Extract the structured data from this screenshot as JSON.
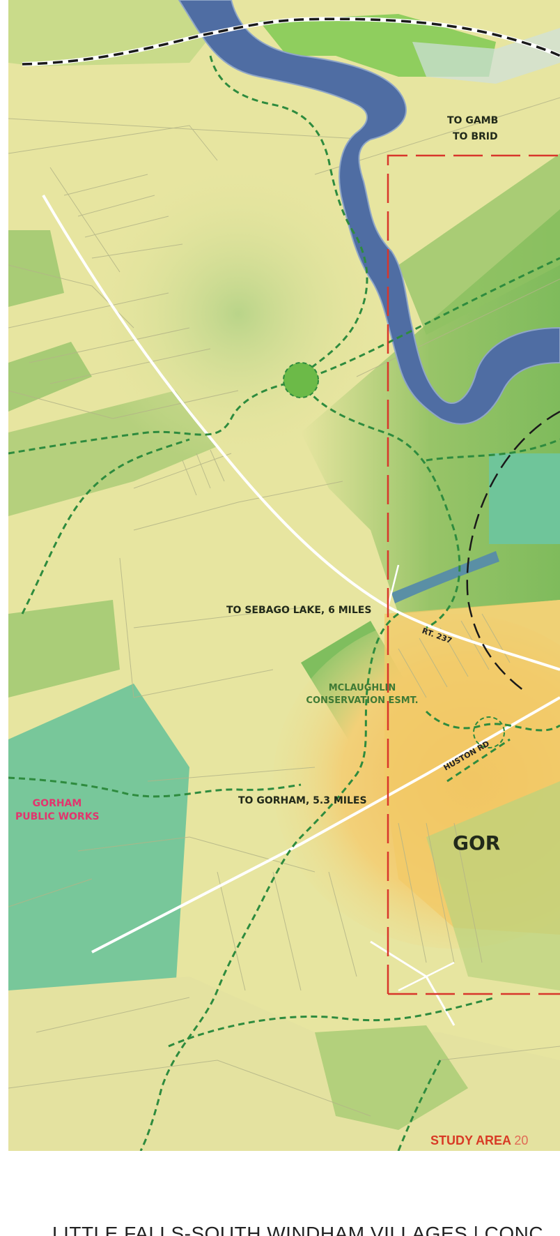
{
  "map": {
    "labels": {
      "to_gambo": "TO GAMB",
      "to_bridge": "TO BRID",
      "to_sebago": "TO SEBAGO LAKE, 6 MILES",
      "rt_237": "RT. 237",
      "mclaughlin_1": "MCLAUGHLIN",
      "mclaughlin_2": "CONSERVATION ESMT.",
      "huston_rd": "HUSTON RD",
      "gorham_pw_1": "GORHAM",
      "gorham_pw_2": "PUBLIC WORKS",
      "to_gorham": "TO GORHAM, 5.3 MILES",
      "gorham_village": "GOR"
    },
    "study_area": {
      "label": "STUDY AREA",
      "year": "20"
    },
    "colors": {
      "upland": "#e8e6a0",
      "forest": "#a8cc78",
      "conservation": "#7fbf5f",
      "public_land": "#6fc59a",
      "river": "#5d7ab0",
      "village_core": "#f0c060",
      "trail": "#2e8b3e",
      "study_boundary": "#d8362b",
      "town_line": "#1a1a1a"
    },
    "icons": [
      "trail-node-icon"
    ]
  },
  "footer": {
    "title": "LITTLE FALLS-SOUTH WINDHAM VILLAGES | CONC"
  }
}
